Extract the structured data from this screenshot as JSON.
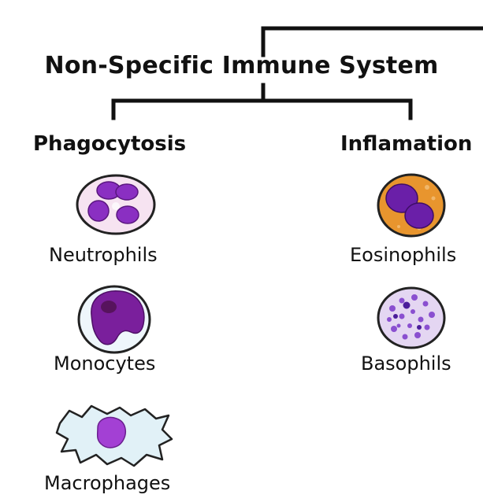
{
  "diagram": {
    "title": "Non-Specific Immune System",
    "branches": [
      {
        "label": "Phagocytosis",
        "cells": [
          {
            "name": "Neutrophils",
            "icon": "neutrophil-icon"
          },
          {
            "name": "Monocytes",
            "icon": "monocyte-icon"
          },
          {
            "name": "Macrophages",
            "icon": "macrophage-icon"
          }
        ]
      },
      {
        "label": "Inflamation",
        "cells": [
          {
            "name": "Eosinophils",
            "icon": "eosinophil-icon"
          },
          {
            "name": "Basophils",
            "icon": "basophil-icon"
          }
        ]
      }
    ],
    "colors": {
      "line": "#111111",
      "nucleus_purple": "#7a22b8",
      "cytoplasm_pink": "#f3dcef",
      "eosin_orange": "#e8952e",
      "basophil_fill": "#d9c6ec",
      "macrophage_fill": "#dff0f6"
    }
  }
}
